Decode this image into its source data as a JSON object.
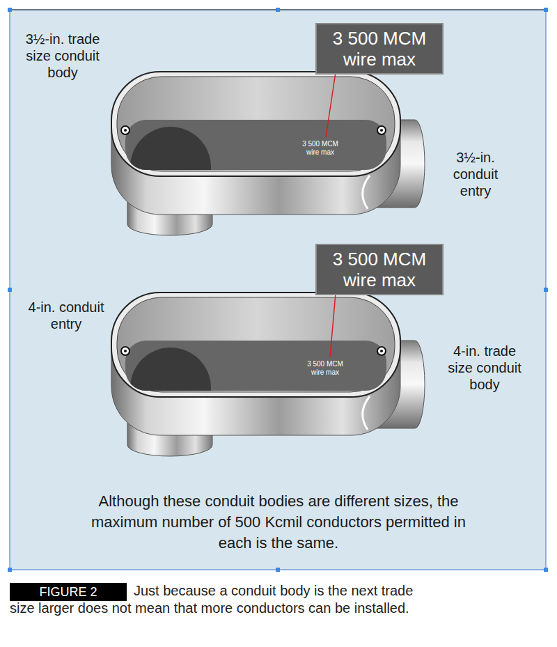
{
  "diagram": {
    "caption": "Just because a conduit body is the next trade size larger does not mean that more conductors can be installed.",
    "nodes": [
      {
        "text": [
          "3 500 MCM wire max"
        ]
      },
      {
        "text": [
          "3 500 MCM wire max"
        ]
      },
      {
        "text": [
          "FIGURE 2"
        ]
      }
    ],
    "labels": [
      "3½-in. trade size conduit body",
      "3½-in. conduit entry",
      "3 500 MCM wire max",
      "4-in. conduit entry",
      "4-in. trade size conduit body",
      "3 500 MCM wire max",
      "Although these conduit bodies are different sizes, the maximum number of 500 Kcmil conductors permitted in each is the same."
    ]
  }
}
